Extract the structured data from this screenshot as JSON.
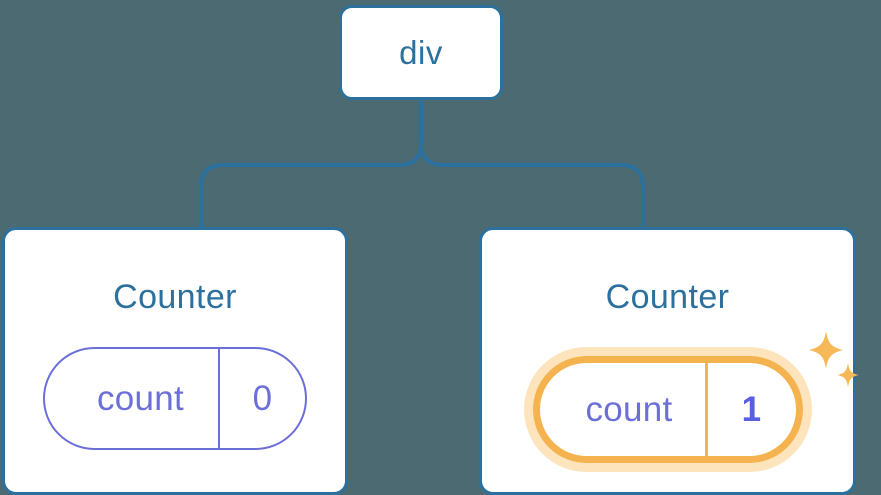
{
  "diagram": {
    "type": "component-tree",
    "background_color": "#4c6a72",
    "connector_color": "#2c719e",
    "accent_highlight_color": "#f5b350",
    "accent_glow_color": "#fde4bc",
    "state_color": "#6c6fd8",
    "title_color": "#2c719e",
    "root": {
      "label": "div"
    },
    "children": [
      {
        "label": "Counter",
        "state": {
          "key": "count",
          "value": "0"
        },
        "highlighted": false
      },
      {
        "label": "Counter",
        "state": {
          "key": "count",
          "value": "1"
        },
        "highlighted": true,
        "sparkle_icons": [
          "sparkle-large",
          "sparkle-small"
        ]
      }
    ]
  }
}
